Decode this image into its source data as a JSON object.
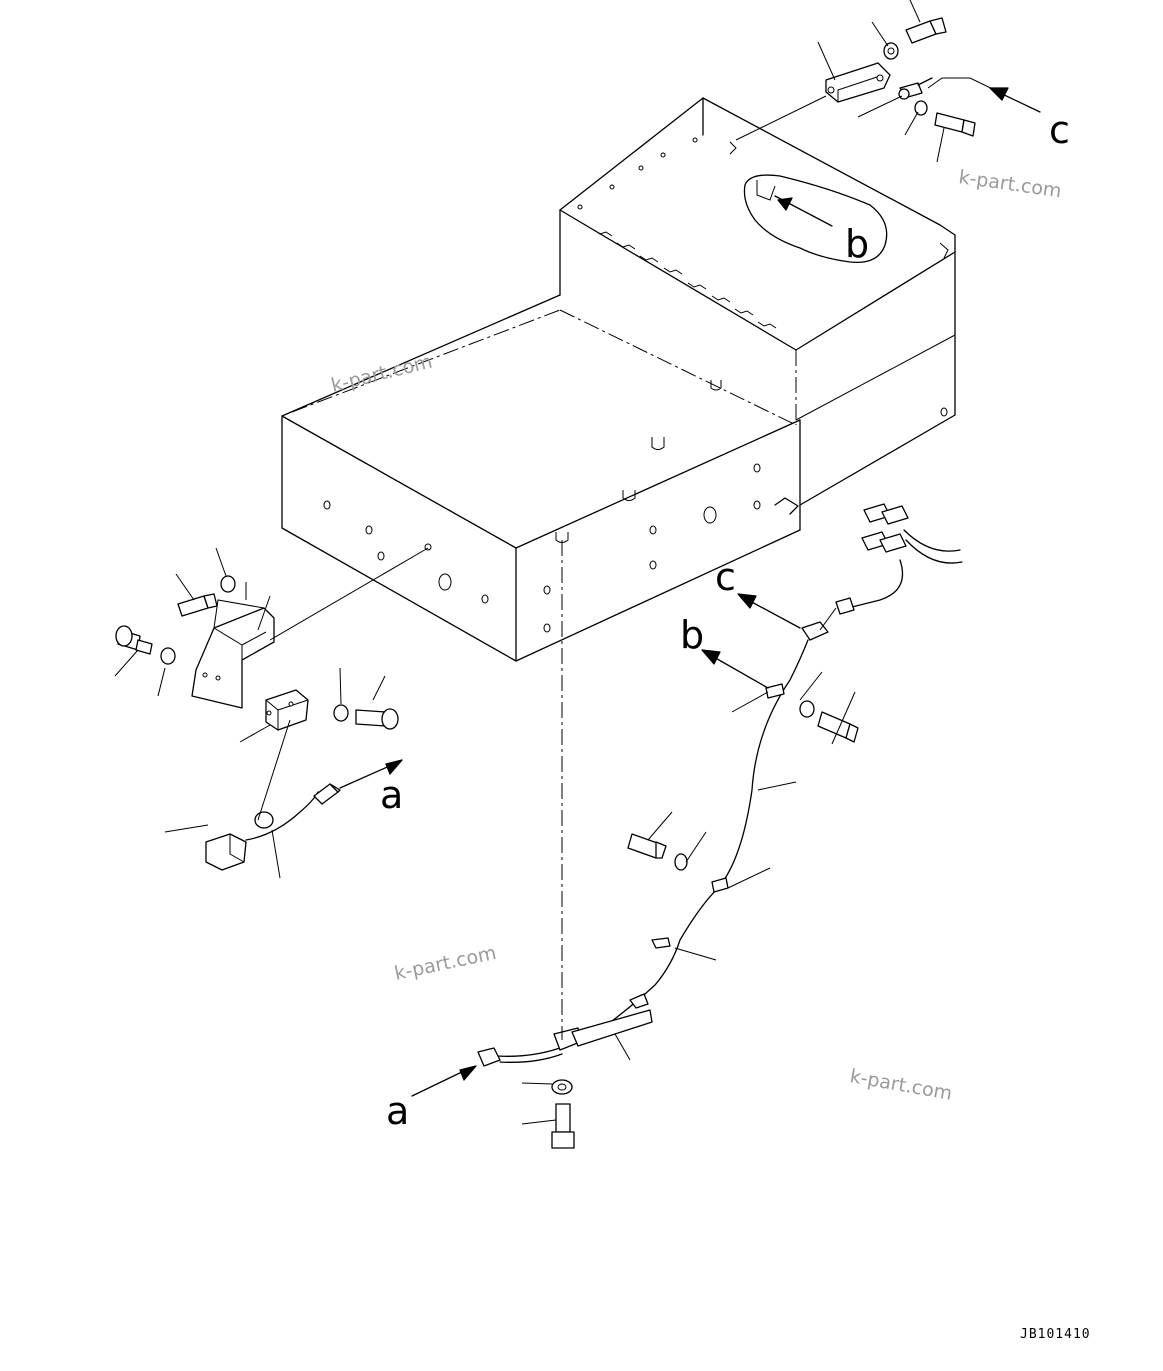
{
  "view_labels": {
    "a": "a",
    "b": "b",
    "c": "c"
  },
  "watermark": "k-part.com",
  "drawing_code": "JB101410"
}
